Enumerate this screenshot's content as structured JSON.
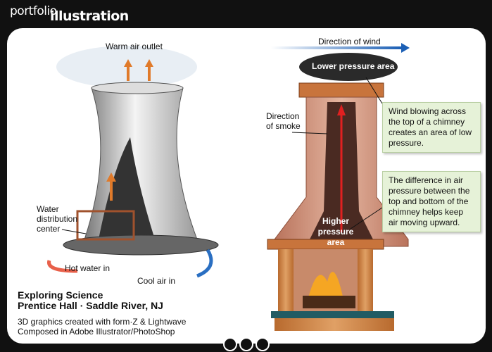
{
  "header": {
    "portfolio": "portfolio",
    "section": "illustration"
  },
  "left": {
    "warm_air": "Warm air outlet",
    "water_line1": "Water",
    "water_line2": "distribution",
    "water_line3": "center",
    "hot_water": "Hot water in",
    "cool_air": "Cool air in"
  },
  "right": {
    "wind": "Direction of wind",
    "lower": "Lower pressure area",
    "smoke_line1": "Direction",
    "smoke_line2": "of smoke",
    "higher_line1": "Higher",
    "higher_line2": "pressure",
    "higher_line3": "area",
    "callout1": "Wind blowing across the top of a chimney creates an area of low pressure.",
    "callout2": "The difference in air pressure between the top and bottom of the chimney helps keep air moving upward."
  },
  "credits": {
    "title1": "Exploring Science",
    "title2": "Prentice Hall · Saddle River, NJ",
    "line1": "3D graphics created with form·Z & Lightwave",
    "line2": "Composed in Adobe Illustrator/PhotoShop"
  },
  "pager": {
    "count": 3
  }
}
